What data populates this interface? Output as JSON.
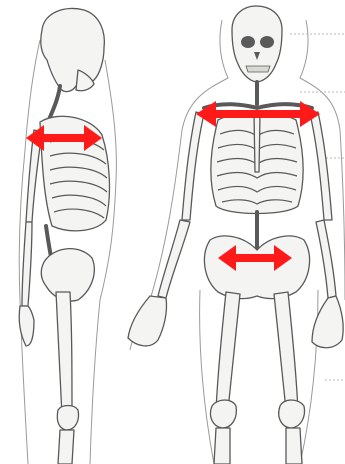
{
  "figure": {
    "views": [
      "side-view",
      "front-view"
    ],
    "arrow_color": "#ff1a1a",
    "bone_fill": "#f4f4f2",
    "bone_stroke": "#595959",
    "skin_outline": "#9a9a9a",
    "leader_line_color": "#b8b8b8",
    "measure_arrows": [
      {
        "name": "side-shoulder-depth-arrow",
        "icon": "double-headed-arrow"
      },
      {
        "name": "front-shoulder-width-arrow",
        "icon": "double-headed-arrow"
      },
      {
        "name": "front-pelvis-width-arrow",
        "icon": "double-headed-arrow"
      }
    ]
  }
}
